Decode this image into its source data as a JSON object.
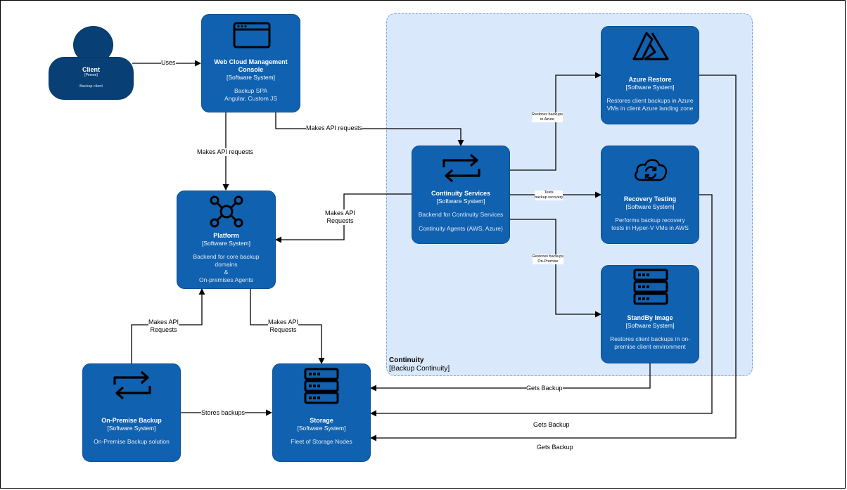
{
  "client": {
    "title": "Client",
    "type": "[Person]",
    "desc": "Backup client"
  },
  "web_console": {
    "title": "Web Cloud Management Console",
    "type": "[Software System]",
    "desc1": "Backup SPA",
    "desc2": "Angular, Custom JS"
  },
  "platform": {
    "title": "Platform",
    "type": "[Software System]",
    "desc1": "Backend for core backup domains",
    "desc2": "&",
    "desc3": "On-premises Agents"
  },
  "continuity_services": {
    "title": "Continuity Services",
    "type": "[Software System]",
    "desc1": "Backend for Continuity Services",
    "desc2": "Continuity Agents (AWS, Azure)"
  },
  "azure_restore": {
    "title": "Azure Restore",
    "type": "[Software System]",
    "desc": "Restores client backups in Azure VMs in client Azure landing zone"
  },
  "recovery_testing": {
    "title": "Recovery Testing",
    "type": "[Software System]",
    "desc": "Performs backup recovery tests in Hyper-V VMs in AWS"
  },
  "standby_image": {
    "title": "StandBy Image",
    "type": "[Software System]",
    "desc": "Restores client backups in on-premise client environment"
  },
  "onprem_backup": {
    "title": "On-Premise Backup",
    "type": "[Software System]",
    "desc": "On-Premise Backup solution"
  },
  "storage": {
    "title": "Storage",
    "type": "[Software System]",
    "desc": "Fleet of Storage Nodes"
  },
  "boundary": {
    "name": "Continuity",
    "sub": "[Backup Continuity]"
  },
  "edges": {
    "uses": "Uses",
    "console_platform": "Makes API requests",
    "console_continuity": "Makes API requests",
    "continuity_platform_1": "Makes API",
    "continuity_platform_2": "Requests",
    "to_azure_1": "Restores backups",
    "to_azure_2": "in Azure",
    "to_recovery_1": "Tests",
    "to_recovery_2": "backup recovery",
    "to_standby_1": "Restores backups",
    "to_standby_2": "On-Premise",
    "onprem_platform_1": "Makes API",
    "onprem_platform_2": "Requests",
    "platform_storage_1": "Makes API",
    "platform_storage_2": "Requests",
    "stores": "Stores backups",
    "gets1": "Gets Backup",
    "gets2": "Gets Backup",
    "gets3": "Gets Backup"
  },
  "colors": {
    "node": "#1061b0",
    "person": "#083f75",
    "boundary_fill": "#dae8fc",
    "boundary_stroke": "#7ea6e0"
  },
  "icons": [
    "browser-window-icon",
    "network-hub-icon",
    "arrows-exchange-icon",
    "azure-logo-icon",
    "cloud-sync-icon",
    "server-rack-icon"
  ]
}
